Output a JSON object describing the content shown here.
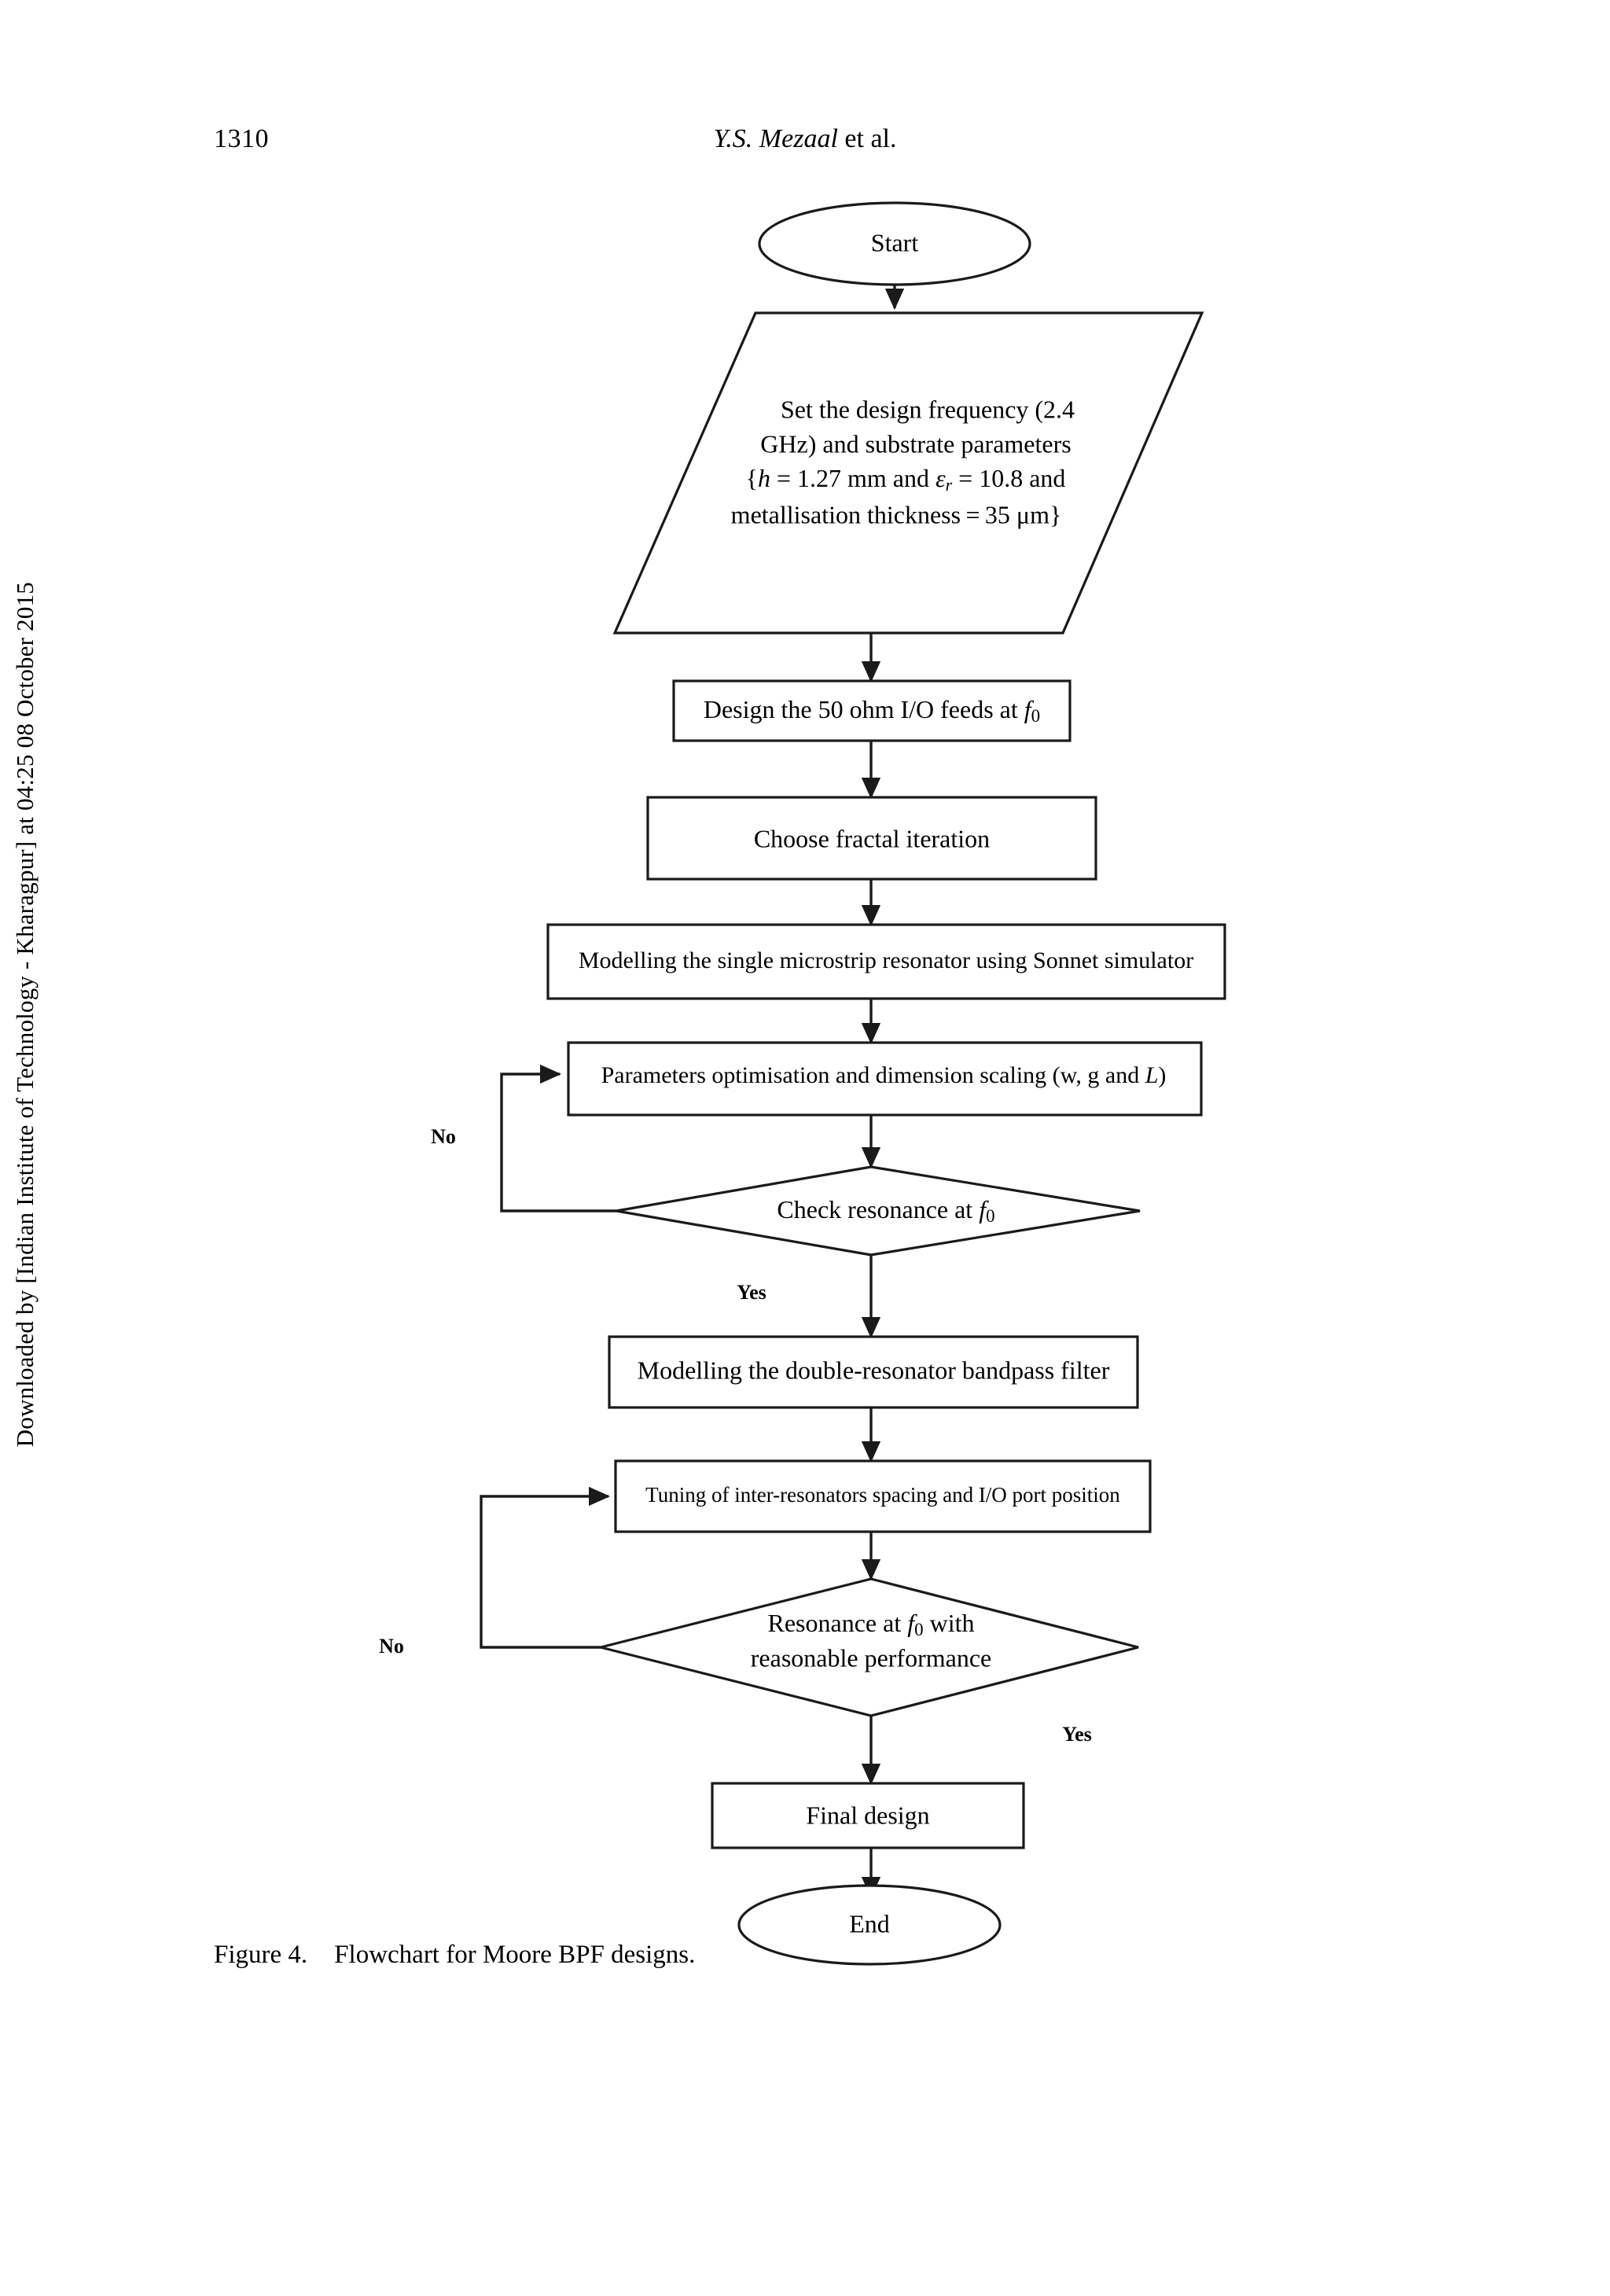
{
  "page": {
    "folio": "1310",
    "running_head_authors": "Y.S. Mezaal",
    "running_head_suffix": " et al.",
    "watermark": "Downloaded by [Indian Institute of Technology - Kharagpur] at 04:25 08 October 2015"
  },
  "caption": {
    "number": "Figure 4.",
    "text": "Flowchart for Moore BPF designs."
  },
  "flowchart": {
    "title": "Flowchart for Moore BPF designs",
    "nodes": {
      "start": {
        "shape": "terminator",
        "label": "Start"
      },
      "set_params": {
        "shape": "parallelogram",
        "lines": [
          "Set the design frequency (2.4",
          "GHz) and substrate parameters",
          "{h = 1.27 mm and εr = 10.8 and",
          "metallisation thickness = 35 μm}"
        ],
        "line1": "Set the design frequency (2.4",
        "line2": "GHz) and substrate parameters",
        "line3_a": "{",
        "line3_h": "h",
        "line3_b": " = 1.27 mm and ",
        "line3_eps": "ε",
        "line3_sub": "r",
        "line3_c": " = 10.8 and",
        "line4": "metallisation thickness = 35 μm}"
      },
      "design_feeds": {
        "shape": "process",
        "label_a": "Design the 50 ohm I/O feeds at ",
        "label_f": "f",
        "label_sub": "0"
      },
      "choose_iteration": {
        "shape": "process",
        "label": "Choose fractal iteration"
      },
      "model_resonator": {
        "shape": "process",
        "label": "Modelling the single microstrip resonator using Sonnet simulator"
      },
      "optimise": {
        "shape": "process",
        "label_a": "Parameters optimisation and  dimension scaling (w, g and ",
        "label_L": "L",
        "label_b": ")"
      },
      "check_resonance": {
        "shape": "decision",
        "label_a": "Check resonance at ",
        "label_f": "f",
        "label_sub": "0"
      },
      "model_bpf": {
        "shape": "process",
        "label": "Modelling the double-resonator bandpass filter"
      },
      "tuning": {
        "shape": "process",
        "label": "Tuning of inter-resonators spacing and I/O port position"
      },
      "resonance_perf": {
        "shape": "decision",
        "line1_a": "Resonance at ",
        "line1_f": "f",
        "line1_sub": "0",
        "line1_b": " with",
        "line2": "reasonable performance"
      },
      "final_design": {
        "shape": "process",
        "label": "Final design"
      },
      "end": {
        "shape": "terminator",
        "label": "End"
      }
    },
    "edge_labels": {
      "check_no": "No",
      "check_yes": "Yes",
      "perf_no": "No",
      "perf_yes": "Yes"
    },
    "colors": {
      "stroke": "#1a1a1a",
      "fill": "#ffffff",
      "text": "#000000"
    }
  }
}
